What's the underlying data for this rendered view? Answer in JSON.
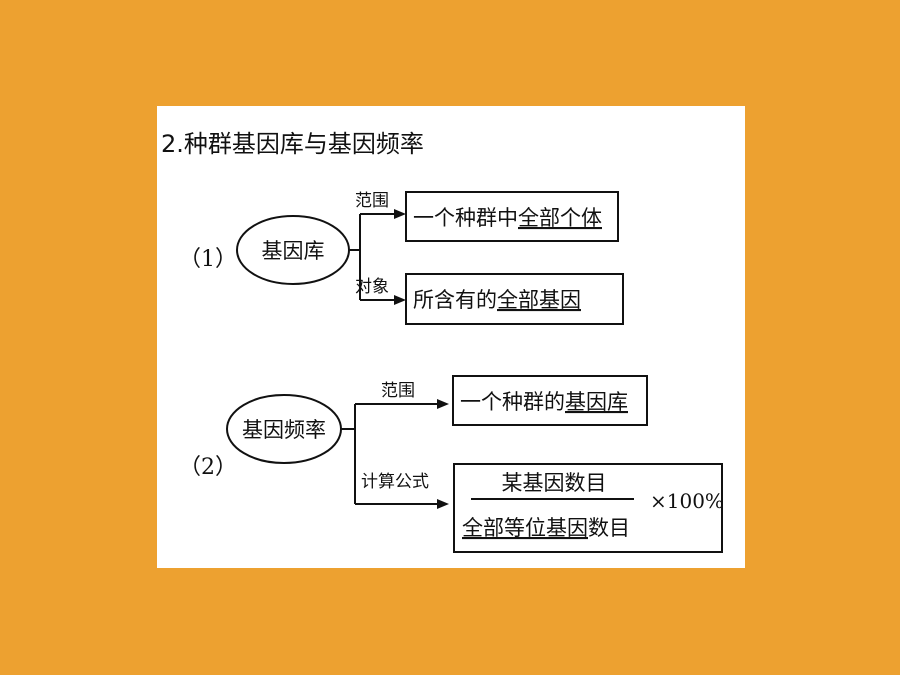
{
  "colors": {
    "background": "#EDA130",
    "panel": "#FFFFFF",
    "ink": "#111111"
  },
  "title": "2.种群基因库与基因频率",
  "part1": {
    "number": "（1）",
    "node": "基因库",
    "branch_top": {
      "label": "范围",
      "prefix": "一个种群中",
      "answer": "全部个体"
    },
    "branch_bottom": {
      "label": "对象",
      "prefix": "所含有的",
      "answer": "全部基因"
    }
  },
  "part2": {
    "number": "（2）",
    "node": "基因频率",
    "branch_top": {
      "label": "范围",
      "prefix": "一个种群的",
      "answer": "基因库"
    },
    "branch_bottom": {
      "label": "计算公式",
      "numerator": "某基因数目",
      "denominator_answer": "全部等位基因",
      "denominator_suffix": "数目",
      "multiplier": "×100%"
    }
  }
}
